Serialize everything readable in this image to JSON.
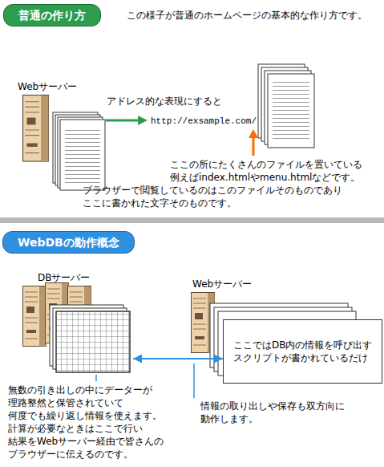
{
  "diagram": {
    "nodes": [
      {
        "text": [
          "普通の作り方"
        ]
      },
      {
        "text": [
          "WebDBの動作概念"
        ]
      },
      {
        "text": [
          "DBサーバー"
        ]
      },
      {
        "text": [
          "ここではDB内の情報を呼び出す スクリプトが書かれているだけ"
        ]
      }
    ],
    "edges": [
      {
        "from": 2,
        "to": 3,
        "arrow": "both"
      }
    ],
    "labels": [
      "この様子が普通のホームページの基本的な作り方です。",
      "Webサーバー",
      "アドレス的な表現にすると",
      "http://exsample.com/",
      "ここの所にたくさんのファイルを置いている 例えばindex.htmlやmenu.htmlなどです。",
      "ブラウザーで閲覧しているのはこのファイルそのものであり ここに書かれた文字そのものです。",
      "Webサーバー",
      "無数の引き出しの中にデーターが 理路整然と保管されていて 何度でも繰り返し情報を使えます。 計算が必要なときはここで行い 結果をWebサーバー経由で皆さんの ブラウザーに伝えるのです。",
      "情報の取り出しや保存も双方向に 動作します。"
    ]
  }
}
